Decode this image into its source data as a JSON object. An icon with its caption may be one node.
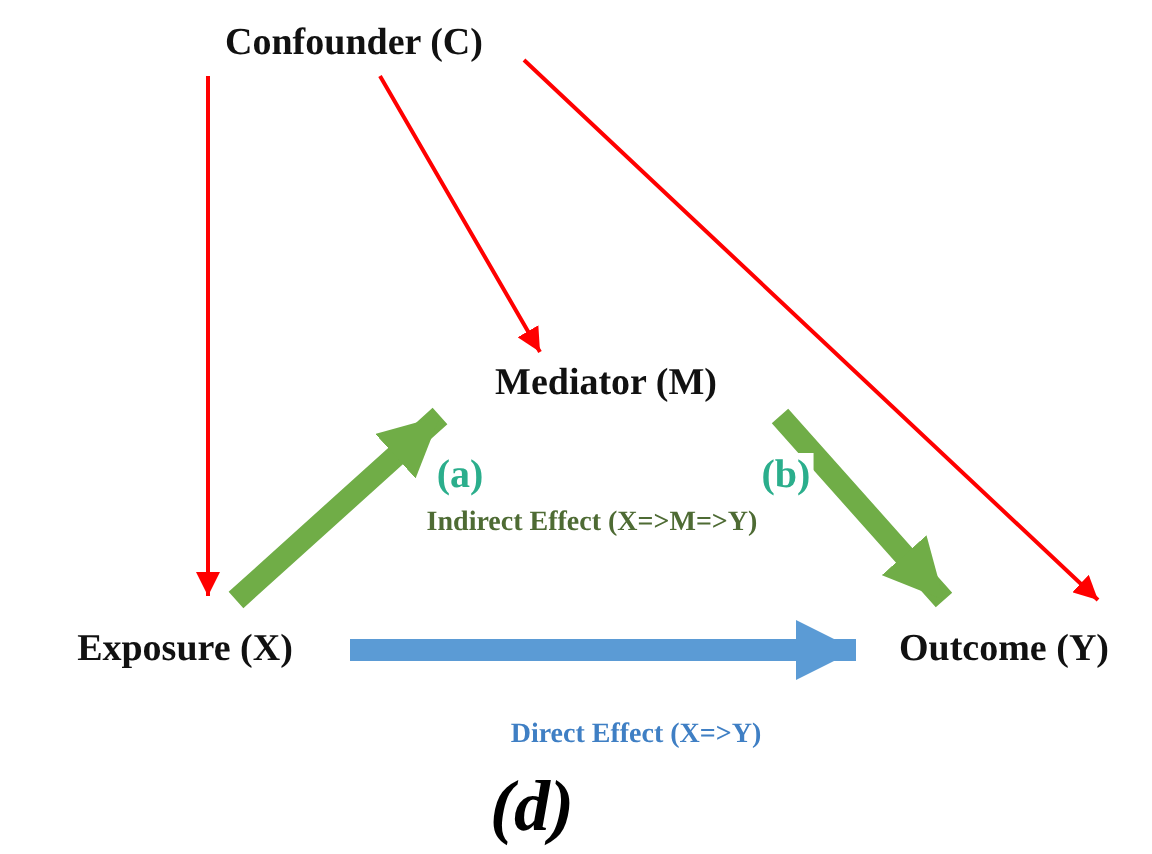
{
  "diagram": {
    "caption": "(d)",
    "nodes": [
      {
        "text": [
          "Confounder (C)"
        ]
      },
      {
        "text": [
          "Mediator (M)"
        ]
      },
      {
        "text": [
          "Exposure (X)"
        ]
      },
      {
        "text": [
          "Outcome (Y)"
        ]
      }
    ],
    "edges": [
      {
        "from": 0,
        "to": 2,
        "arrow": "to"
      },
      {
        "from": 0,
        "to": 1,
        "arrow": "to"
      },
      {
        "from": 0,
        "to": 3,
        "arrow": "to"
      },
      {
        "from": 2,
        "to": 1,
        "arrow": "to",
        "label": "(a)",
        "style": "thick",
        "color": "#70ad47"
      },
      {
        "from": 1,
        "to": 3,
        "arrow": "to",
        "label": "(b)",
        "style": "thick",
        "color": "#70ad47"
      },
      {
        "from": 2,
        "to": 3,
        "arrow": "to",
        "label": "Direct Effect (X=>Y)",
        "style": "thick",
        "color": "#5b9bd5"
      }
    ],
    "labels": [
      "Indirect Effect (X=>M=>Y)"
    ]
  }
}
